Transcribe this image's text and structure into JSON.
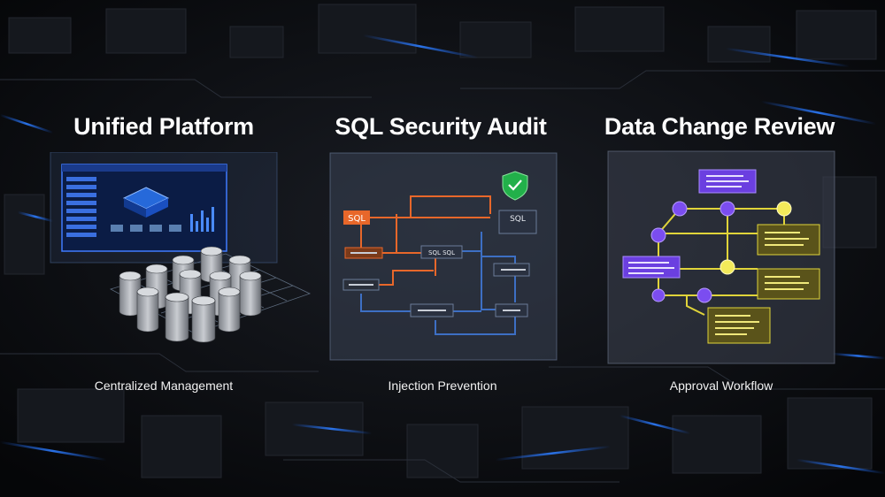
{
  "cards": [
    {
      "title": "Unified Platform",
      "caption": "Centralized Management"
    },
    {
      "title": "SQL Security Audit",
      "caption": "Injection Prevention"
    },
    {
      "title": "Data Change Review",
      "caption": "Approval Workflow"
    }
  ],
  "audit_diagram": {
    "sql_source": "SQL",
    "sql_target": "SQL",
    "node_sql_sql": "SQL SQL"
  },
  "colors": {
    "background": "#0a0c10",
    "circuit_glow": "#1e6bff",
    "sql_orange": "#e8672a",
    "flow_blue": "#3d6fc4",
    "workflow_yellow": "#e0d43a",
    "workflow_purple": "#7b4df0",
    "shield_green": "#22b04a"
  },
  "icons": [
    "shield-check-icon",
    "database-cylinder-icon"
  ]
}
